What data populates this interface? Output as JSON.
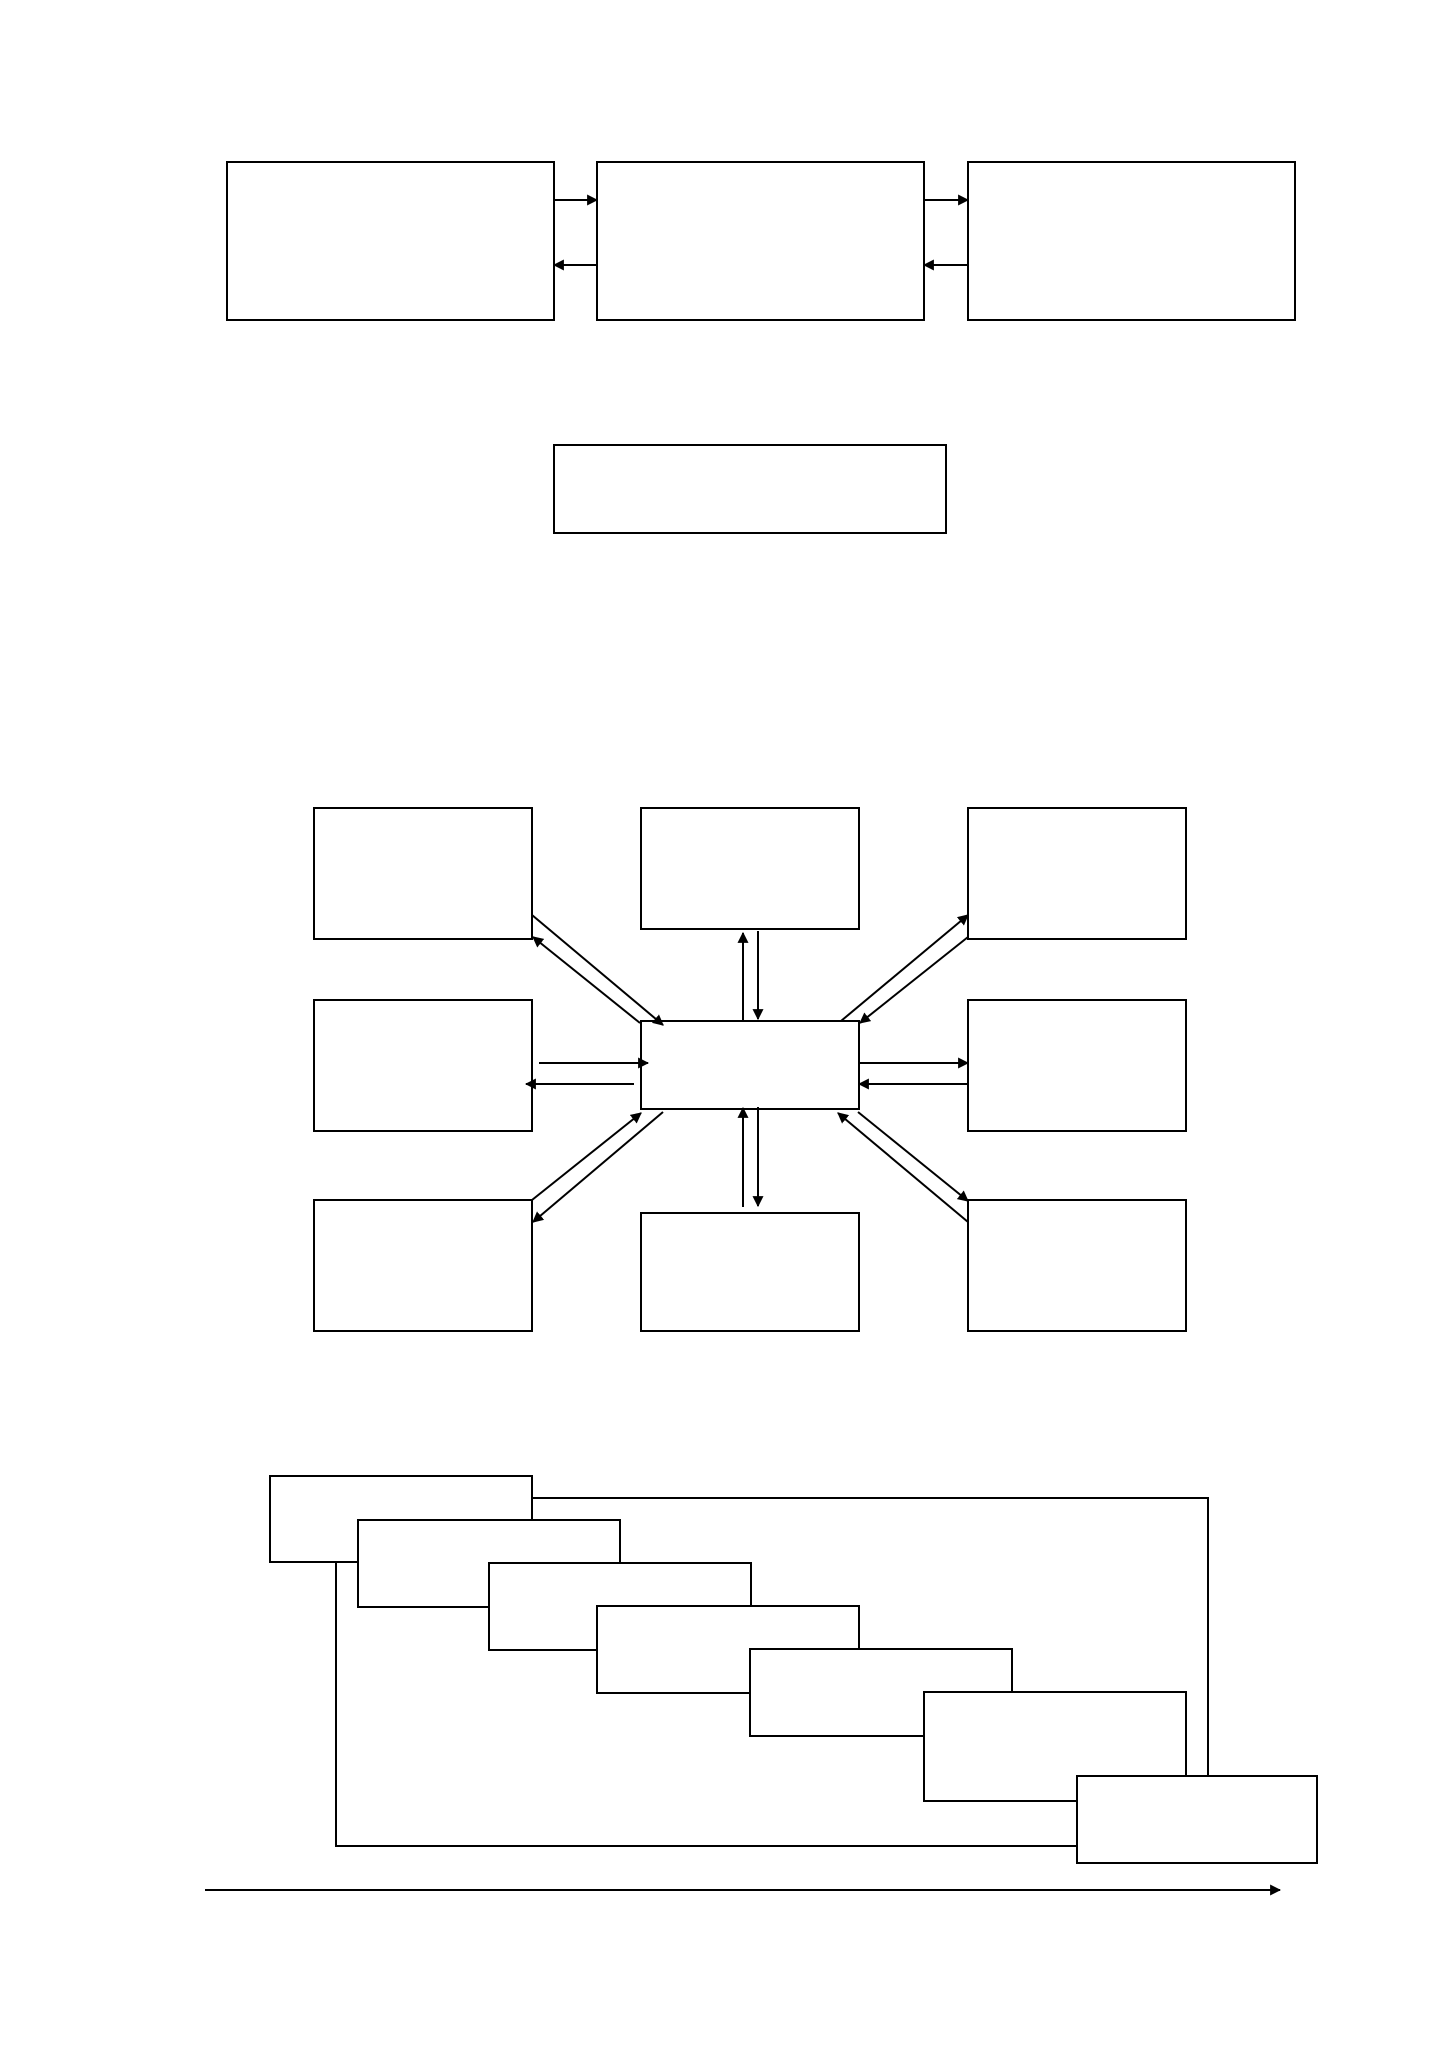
{
  "page": {
    "background": "#ffffff",
    "stroke_color": "#000000"
  },
  "diagrams": {
    "flow_row": {
      "boxes": [
        {
          "id": "flow-box-1",
          "label": ""
        },
        {
          "id": "flow-box-2",
          "label": ""
        },
        {
          "id": "flow-box-3",
          "label": ""
        }
      ],
      "connections": [
        {
          "from": "flow-box-1",
          "to": "flow-box-2",
          "bidirectional": true
        },
        {
          "from": "flow-box-2",
          "to": "flow-box-3",
          "bidirectional": true
        }
      ],
      "standalone_box": {
        "id": "standalone-box",
        "label": ""
      }
    },
    "hub": {
      "center": {
        "id": "hub-center-box",
        "label": ""
      },
      "spokes": [
        {
          "id": "hub-box-top-left",
          "label": ""
        },
        {
          "id": "hub-box-top-center",
          "label": ""
        },
        {
          "id": "hub-box-top-right",
          "label": ""
        },
        {
          "id": "hub-box-middle-left",
          "label": ""
        },
        {
          "id": "hub-box-middle-right",
          "label": ""
        },
        {
          "id": "hub-box-bottom-left",
          "label": ""
        },
        {
          "id": "hub-box-bottom-center",
          "label": ""
        },
        {
          "id": "hub-box-bottom-right",
          "label": ""
        }
      ],
      "connection_type": "bidirectional"
    },
    "cascade": {
      "steps": [
        {
          "id": "cascade-step-1",
          "label": ""
        },
        {
          "id": "cascade-step-2",
          "label": ""
        },
        {
          "id": "cascade-step-3",
          "label": ""
        },
        {
          "id": "cascade-step-4",
          "label": ""
        },
        {
          "id": "cascade-step-5",
          "label": ""
        },
        {
          "id": "cascade-step-6",
          "label": ""
        },
        {
          "id": "cascade-step-7",
          "label": ""
        }
      ],
      "feedback_loops": 2,
      "axis": {
        "label": "",
        "direction": "right"
      }
    }
  }
}
